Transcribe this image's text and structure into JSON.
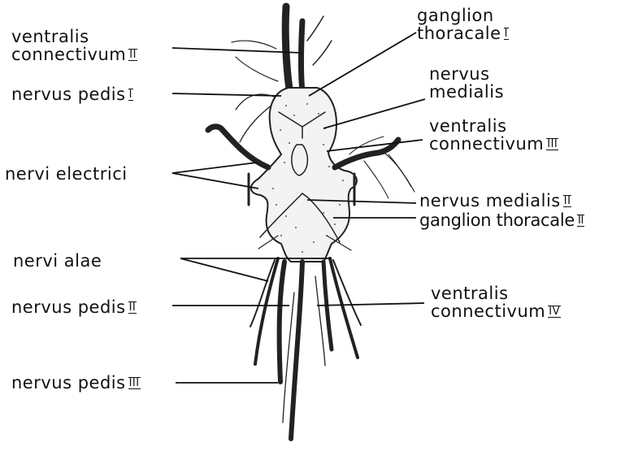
{
  "labels": {
    "ventralis_connectivum_2": {
      "line1": "ventralis",
      "line2": "connectivum",
      "numeral": "II"
    },
    "nervus_pedis_1": {
      "text": "nervus pedis",
      "numeral": "I"
    },
    "nervi_electrici": {
      "text": "nervi electrici"
    },
    "nervi_alae": {
      "text": "nervi alae"
    },
    "nervus_pedis_2": {
      "text": "nervus pedis",
      "numeral": "II"
    },
    "nervus_pedis_3": {
      "text": "nervus pedis",
      "numeral": "III"
    },
    "ganglion_thoracale_1": {
      "line1": "ganglion",
      "line2": "thoracale",
      "numeral": "I"
    },
    "nervus_medialis": {
      "line1": "nervus",
      "line2": "medialis"
    },
    "ventralis_connectivum_3": {
      "line1": "ventralis",
      "line2": "connectivum",
      "numeral": "III"
    },
    "nervus_medialis_2": {
      "text": "nervus medialis",
      "numeral": "II"
    },
    "ganglion_thoracale_2": {
      "text": "ganglion thoracale",
      "numeral": "II"
    },
    "ventralis_connectivum_4": {
      "line1": "ventralis",
      "line2": "connectivum",
      "numeral": "IV"
    }
  }
}
